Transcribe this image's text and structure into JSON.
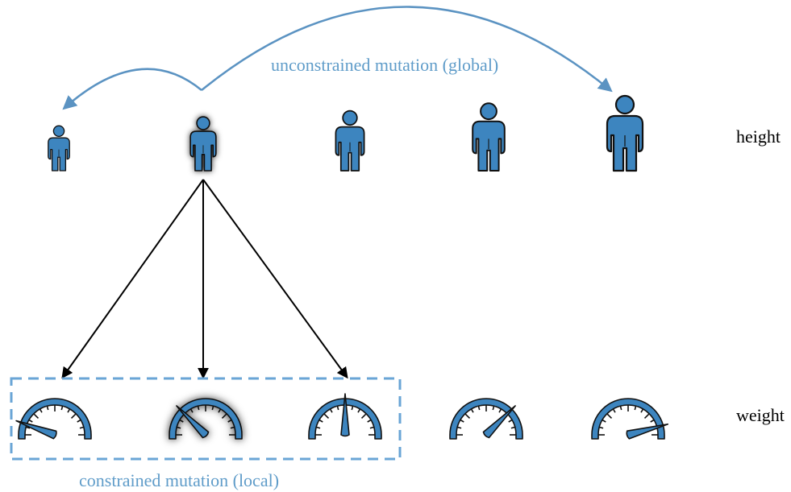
{
  "labels": {
    "global_mutation": "unconstrained mutation (global)",
    "local_mutation": "constrained mutation (local)",
    "height": "height",
    "weight": "weight"
  },
  "colors": {
    "icon_fill": "#3d85bf",
    "icon_stroke": "#111111",
    "arc_arrow": "#5b93c2",
    "dashed_box": "#6aa5d6",
    "label_blue": "#5f9cc9",
    "arrow_black": "#000000"
  },
  "people": [
    {
      "name": "person-icon",
      "scale": 0.6
    },
    {
      "name": "person-icon",
      "scale": 0.72,
      "highlighted": true
    },
    {
      "name": "person-icon",
      "scale": 0.8
    },
    {
      "name": "person-icon",
      "scale": 0.9
    },
    {
      "name": "person-icon",
      "scale": 1.0
    }
  ],
  "gauges": [
    {
      "name": "gauge-icon",
      "needle_angle": 200,
      "highlighted": false
    },
    {
      "name": "gauge-icon",
      "needle_angle": 225,
      "highlighted": true
    },
    {
      "name": "gauge-icon",
      "needle_angle": 270,
      "highlighted": false
    },
    {
      "name": "gauge-icon",
      "needle_angle": 315,
      "highlighted": false
    },
    {
      "name": "gauge-icon",
      "needle_angle": 345,
      "highlighted": false
    }
  ]
}
